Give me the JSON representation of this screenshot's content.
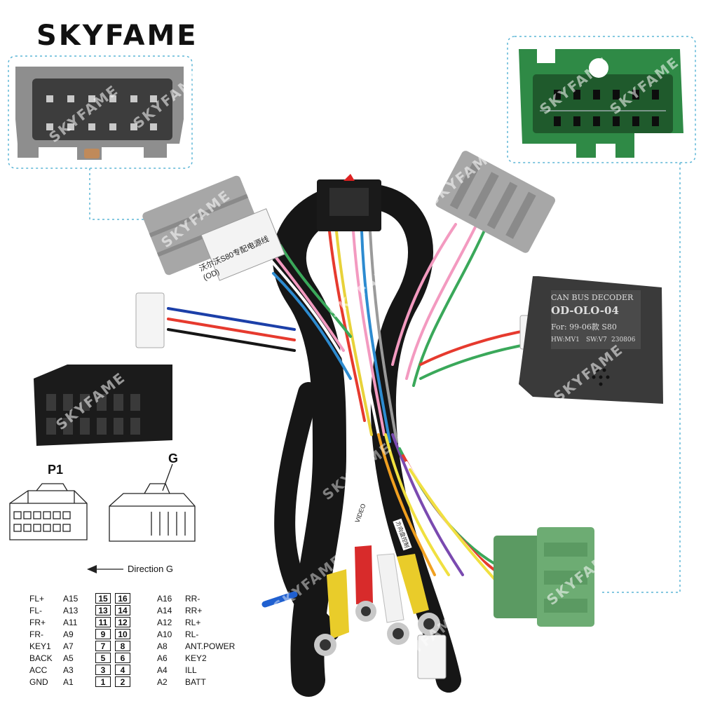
{
  "brand": "SKYFAME",
  "watermark": "SKYFAME",
  "connector_labels": {
    "p1": "P1",
    "g": "G"
  },
  "direction": "Direction G",
  "decoder": {
    "title": "CAN BUS DECODER",
    "model": "OD-OLO-04",
    "for": "For: 99-06款 S80",
    "hw": "HW:MV1",
    "sw": "SW:V7",
    "code": "230806"
  },
  "cable_tag": "沃尔沃S80专配电源线(OD)",
  "rca_labels": {
    "video": "VIDEO",
    "steering": "方向盘控制"
  },
  "pinout": [
    {
      "lname": "FL+",
      "lcode": "A15",
      "lpin": "15",
      "rpin": "16",
      "rcode": "A16",
      "rname": "RR-"
    },
    {
      "lname": "FL-",
      "lcode": "A13",
      "lpin": "13",
      "rpin": "14",
      "rcode": "A14",
      "rname": "RR+"
    },
    {
      "lname": "FR+",
      "lcode": "A11",
      "lpin": "11",
      "rpin": "12",
      "rcode": "A12",
      "rname": "RL+"
    },
    {
      "lname": "FR-",
      "lcode": "A9",
      "lpin": "9",
      "rpin": "10",
      "rcode": "A10",
      "rname": "RL-"
    },
    {
      "lname": "KEY1",
      "lcode": "A7",
      "lpin": "7",
      "rpin": "8",
      "rcode": "A8",
      "rname": "ANT.POWER"
    },
    {
      "lname": "BACK",
      "lcode": "A5",
      "lpin": "5",
      "rpin": "6",
      "rcode": "A6",
      "rname": "KEY2"
    },
    {
      "lname": "ACC",
      "lcode": "A3",
      "lpin": "3",
      "rpin": "4",
      "rcode": "A4",
      "rname": "ILL"
    },
    {
      "lname": "GND",
      "lcode": "A1",
      "lpin": "1",
      "rpin": "2",
      "rcode": "A2",
      "rname": "BATT"
    }
  ]
}
